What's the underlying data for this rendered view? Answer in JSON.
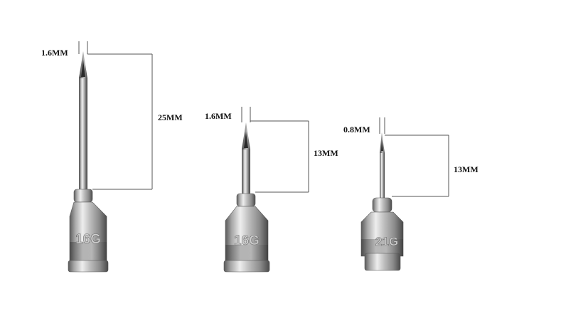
{
  "needles": [
    {
      "gauge_label": "16G",
      "diameter_label": "1.6MM",
      "length_label": "25MM"
    },
    {
      "gauge_label": "16G",
      "diameter_label": "1.6MM",
      "length_label": "13MM"
    },
    {
      "gauge_label": "21G",
      "diameter_label": "0.8MM",
      "length_label": "13MM"
    }
  ],
  "colors": {
    "background": "#ffffff",
    "steel_dark": "#5a5a5a",
    "steel_light": "#e6e6e6",
    "dimension_line": "#555555"
  }
}
